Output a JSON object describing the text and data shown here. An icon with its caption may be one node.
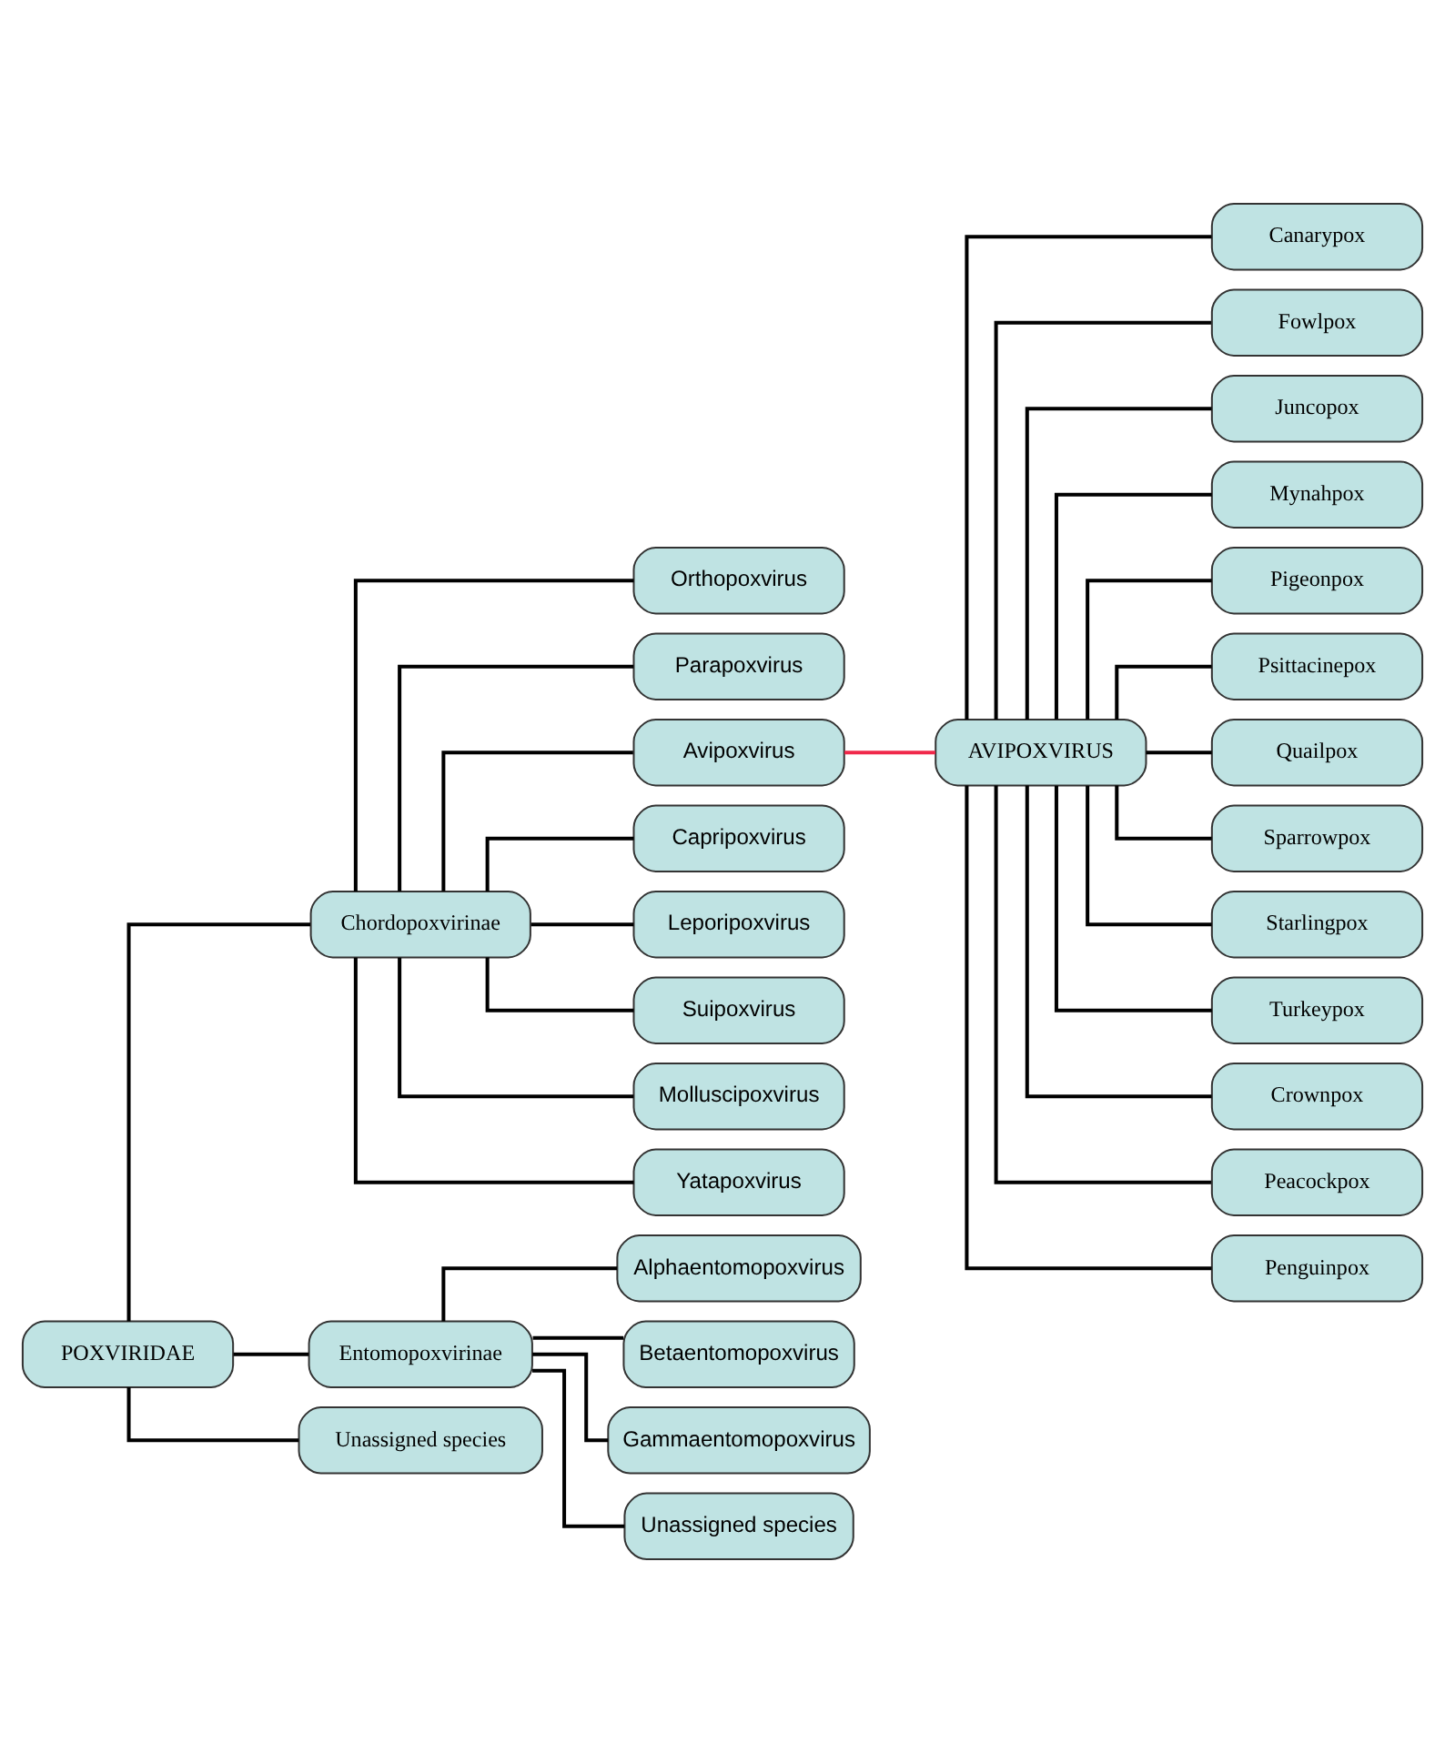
{
  "diagram": {
    "nodes": [
      {
        "text": [
          "POXVIRIDAE"
        ]
      },
      {
        "text": [
          "Chordopoxvirinae"
        ]
      },
      {
        "text": [
          "Entomopoxvirinae"
        ]
      },
      {
        "text": [
          "Unassigned species"
        ]
      },
      {
        "text": [
          "Orthopoxvirus"
        ]
      },
      {
        "text": [
          "Parapoxvirus"
        ]
      },
      {
        "text": [
          "Avipoxvirus"
        ]
      },
      {
        "text": [
          "Capripoxvirus"
        ]
      },
      {
        "text": [
          "Leporipoxvirus"
        ]
      },
      {
        "text": [
          "Suipoxvirus"
        ]
      },
      {
        "text": [
          "Molluscipoxvirus"
        ]
      },
      {
        "text": [
          "Yatapoxvirus"
        ]
      },
      {
        "text": [
          "Alphaentomopoxvirus"
        ]
      },
      {
        "text": [
          "Betaentomopoxvirus"
        ]
      },
      {
        "text": [
          "Gammaentomopoxvirus"
        ]
      },
      {
        "text": [
          "Unassigned species"
        ]
      },
      {
        "text": [
          "AVIPOXVIRUS"
        ]
      },
      {
        "text": [
          "Canarypox"
        ]
      },
      {
        "text": [
          "Fowlpox"
        ]
      },
      {
        "text": [
          "Juncopox"
        ]
      },
      {
        "text": [
          "Mynahpox"
        ]
      },
      {
        "text": [
          "Pigeonpox"
        ]
      },
      {
        "text": [
          "Psittacinepox"
        ]
      },
      {
        "text": [
          "Quailpox"
        ]
      },
      {
        "text": [
          "Sparrowpox"
        ]
      },
      {
        "text": [
          "Starlingpox"
        ]
      },
      {
        "text": [
          "Turkeypox"
        ]
      },
      {
        "text": [
          "Crownpox"
        ]
      },
      {
        "text": [
          "Peacockpox"
        ]
      },
      {
        "text": [
          "Penguinpox"
        ]
      }
    ],
    "edges": [
      {
        "from": 0,
        "to": 1,
        "arrow": "none"
      },
      {
        "from": 0,
        "to": 2,
        "arrow": "none"
      },
      {
        "from": 0,
        "to": 3,
        "arrow": "none"
      },
      {
        "from": 1,
        "to": 4,
        "arrow": "none"
      },
      {
        "from": 1,
        "to": 5,
        "arrow": "none"
      },
      {
        "from": 1,
        "to": 6,
        "arrow": "none"
      },
      {
        "from": 1,
        "to": 7,
        "arrow": "none"
      },
      {
        "from": 1,
        "to": 8,
        "arrow": "none"
      },
      {
        "from": 1,
        "to": 9,
        "arrow": "none"
      },
      {
        "from": 1,
        "to": 10,
        "arrow": "none"
      },
      {
        "from": 1,
        "to": 11,
        "arrow": "none"
      },
      {
        "from": 2,
        "to": 12,
        "arrow": "none"
      },
      {
        "from": 2,
        "to": 13,
        "arrow": "none"
      },
      {
        "from": 2,
        "to": 14,
        "arrow": "none"
      },
      {
        "from": 2,
        "to": 15,
        "arrow": "none"
      },
      {
        "from": 6,
        "to": 16,
        "arrow": "none",
        "color": "#f0284a"
      },
      {
        "from": 16,
        "to": 17,
        "arrow": "none"
      },
      {
        "from": 16,
        "to": 18,
        "arrow": "none"
      },
      {
        "from": 16,
        "to": 19,
        "arrow": "none"
      },
      {
        "from": 16,
        "to": 20,
        "arrow": "none"
      },
      {
        "from": 16,
        "to": 21,
        "arrow": "none"
      },
      {
        "from": 16,
        "to": 22,
        "arrow": "none"
      },
      {
        "from": 16,
        "to": 23,
        "arrow": "none"
      },
      {
        "from": 16,
        "to": 24,
        "arrow": "none"
      },
      {
        "from": 16,
        "to": 25,
        "arrow": "none"
      },
      {
        "from": 16,
        "to": 26,
        "arrow": "none"
      },
      {
        "from": 16,
        "to": 27,
        "arrow": "none"
      },
      {
        "from": 16,
        "to": 28,
        "arrow": "none"
      },
      {
        "from": 16,
        "to": 29,
        "arrow": "none"
      }
    ]
  }
}
